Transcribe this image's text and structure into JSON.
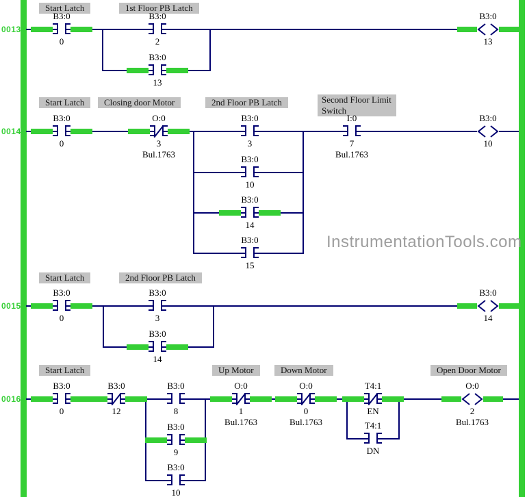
{
  "watermark": "InstrumentationTools.com",
  "colors": {
    "rail_green": "#35cf35",
    "highlight_green": "#35cf35",
    "wire_navy": "#000070",
    "label_bg": "#c2c2c2",
    "watermark_gray": "#9e9e9e"
  },
  "rungs": {
    "r13": {
      "number": "0013",
      "labels": {
        "start_latch": "Start Latch",
        "pb_latch": "1st Floor PB Latch"
      },
      "contacts": {
        "start": {
          "addr": "B3:0",
          "bit": "0"
        },
        "pb": {
          "addr": "B3:0",
          "bit": "2"
        },
        "seal": {
          "addr": "B3:0",
          "bit": "13"
        }
      },
      "coil": {
        "addr": "B3:0",
        "bit": "13"
      }
    },
    "r14": {
      "number": "0014",
      "labels": {
        "start_latch": "Start Latch",
        "closing_door_motor": "Closing door Motor",
        "pb_latch": "2nd Floor PB Latch",
        "limit_switch_line1": "Second Floor Limit",
        "limit_switch_line2": "Switch"
      },
      "contacts": {
        "start": {
          "addr": "B3:0",
          "bit": "0"
        },
        "closing_motor": {
          "addr": "O:0",
          "bit": "3",
          "bul": "Bul.1763"
        },
        "pb": {
          "addr": "B3:0",
          "bit": "3"
        },
        "b10": {
          "addr": "B3:0",
          "bit": "10"
        },
        "b14": {
          "addr": "B3:0",
          "bit": "14"
        },
        "b15": {
          "addr": "B3:0",
          "bit": "15"
        },
        "limit": {
          "addr": "I:0",
          "bit": "7",
          "bul": "Bul.1763"
        }
      },
      "coil": {
        "addr": "B3:0",
        "bit": "10"
      }
    },
    "r15": {
      "number": "0015",
      "labels": {
        "start_latch": "Start Latch",
        "pb_latch": "2nd Floor PB Latch"
      },
      "contacts": {
        "start": {
          "addr": "B3:0",
          "bit": "0"
        },
        "pb": {
          "addr": "B3:0",
          "bit": "3"
        },
        "seal": {
          "addr": "B3:0",
          "bit": "14"
        }
      },
      "coil": {
        "addr": "B3:0",
        "bit": "14"
      }
    },
    "r16": {
      "number": "0016",
      "labels": {
        "start_latch": "Start Latch",
        "up_motor": "Up Motor",
        "down_motor": "Down Motor",
        "open_door_motor": "Open Door Motor"
      },
      "contacts": {
        "start": {
          "addr": "B3:0",
          "bit": "0"
        },
        "b12": {
          "addr": "B3:0",
          "bit": "12"
        },
        "b8": {
          "addr": "B3:0",
          "bit": "8"
        },
        "b9": {
          "addr": "B3:0",
          "bit": "9"
        },
        "b10": {
          "addr": "B3:0",
          "bit": "10"
        },
        "up_motor": {
          "addr": "O:0",
          "bit": "1",
          "bul": "Bul.1763"
        },
        "down_motor": {
          "addr": "O:0",
          "bit": "0",
          "bul": "Bul.1763"
        },
        "timer_en": {
          "addr": "T4:1",
          "bit": "EN"
        },
        "timer_dn": {
          "addr": "T4:1",
          "bit": "DN"
        }
      },
      "coil": {
        "addr": "O:0",
        "bit": "2",
        "bul": "Bul.1763"
      }
    }
  }
}
